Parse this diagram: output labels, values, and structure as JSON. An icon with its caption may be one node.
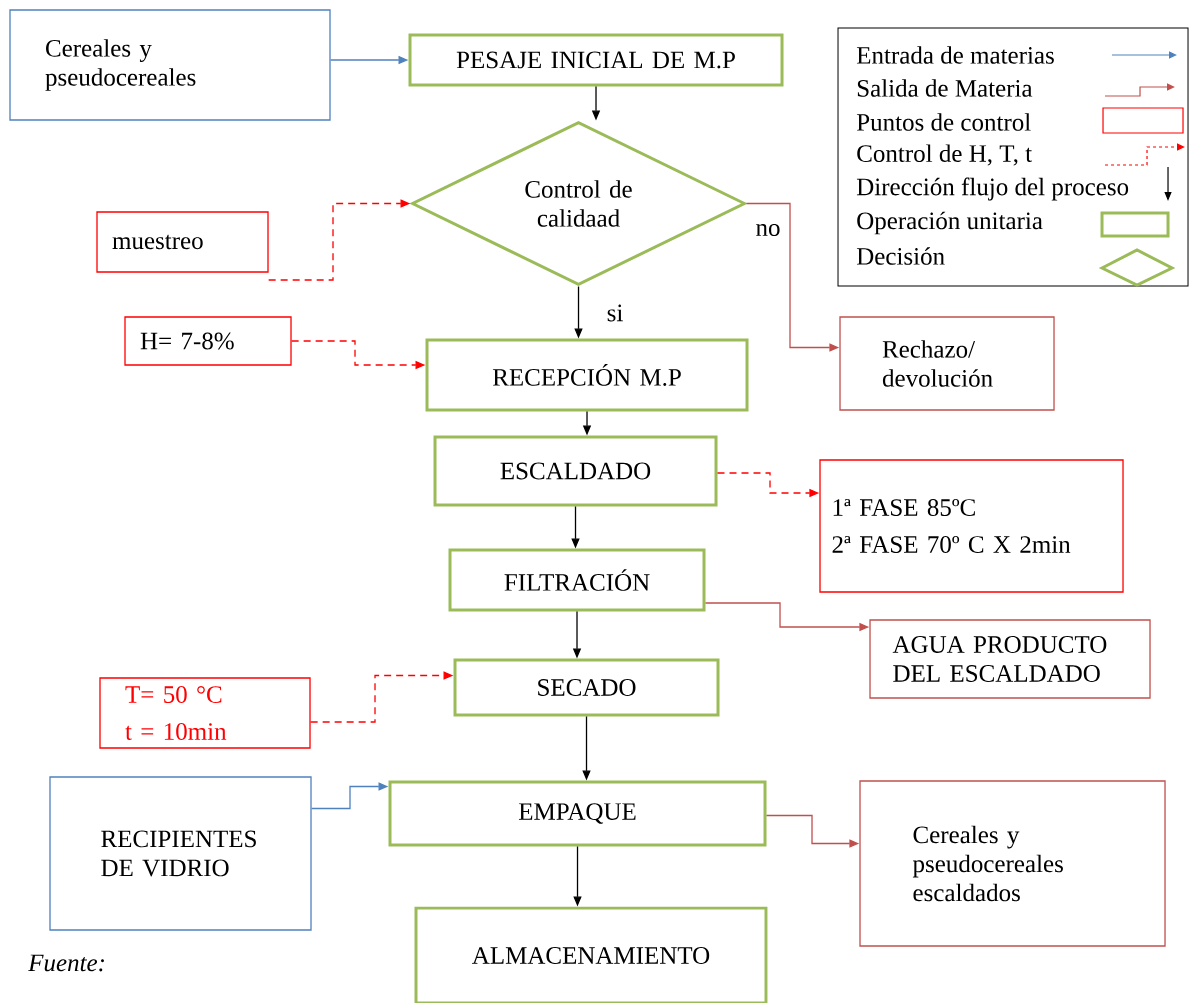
{
  "diagram": {
    "nodes": [
      {
        "text": [
          "Cereales y pseudocereales"
        ]
      },
      {
        "text": [
          "PESAJE INICIAL DE M.P"
        ]
      },
      {
        "text": [
          "Control de calidaad"
        ]
      },
      {
        "text": [
          "muestreo"
        ]
      },
      {
        "text": [
          "H= 7-8%"
        ]
      },
      {
        "text": [
          "RECEPCIÓN M.P"
        ]
      },
      {
        "text": [
          "Rechazo/ devolución"
        ]
      },
      {
        "text": [
          "ESCALDADO"
        ]
      },
      {
        "text": [
          "1ª FASE 85ºC",
          "2ª FASE 70º C X 2min"
        ]
      },
      {
        "text": [
          "FILTRACIÓN"
        ]
      },
      {
        "text": [
          "AGUA PRODUCTO DEL ESCALDADO"
        ]
      },
      {
        "text": [
          "T= 50 °C",
          "t = 10min"
        ]
      },
      {
        "text": [
          "SECADO"
        ]
      },
      {
        "text": [
          "RECIPIENTES DE VIDRIO"
        ]
      },
      {
        "text": [
          "EMPAQUE"
        ]
      },
      {
        "text": [
          "Cereales y pseudocereales escaldados"
        ]
      },
      {
        "text": [
          "ALMACENAMIENTO"
        ]
      }
    ],
    "edges": [
      {
        "from": 0,
        "to": 1,
        "arrow": "to",
        "color": "#4f81bd"
      },
      {
        "from": 1,
        "to": 2,
        "arrow": "to"
      },
      {
        "from": 3,
        "to": 2,
        "arrow": "to",
        "style": "dashed",
        "color": "#ff0000"
      },
      {
        "from": 2,
        "to": 5,
        "arrow": "to",
        "label": "si"
      },
      {
        "from": 2,
        "to": 6,
        "arrow": "to",
        "label": "no",
        "color": "#c0504d"
      },
      {
        "from": 4,
        "to": 5,
        "arrow": "to",
        "style": "dashed",
        "color": "#ff0000"
      },
      {
        "from": 5,
        "to": 7,
        "arrow": "to"
      },
      {
        "from": 7,
        "to": 8,
        "arrow": "to",
        "style": "dashed",
        "color": "#ff0000"
      },
      {
        "from": 7,
        "to": 9,
        "arrow": "to"
      },
      {
        "from": 9,
        "to": 10,
        "arrow": "to",
        "color": "#c0504d"
      },
      {
        "from": 9,
        "to": 12,
        "arrow": "to"
      },
      {
        "from": 11,
        "to": 12,
        "arrow": "to",
        "style": "dashed",
        "color": "#ff0000"
      },
      {
        "from": 12,
        "to": 14,
        "arrow": "to"
      },
      {
        "from": 13,
        "to": 14,
        "arrow": "to",
        "color": "#4f81bd"
      },
      {
        "from": 14,
        "to": 15,
        "arrow": "to",
        "color": "#c0504d"
      },
      {
        "from": 14,
        "to": 16,
        "arrow": "to"
      }
    ],
    "labels": [
      "Fuente:"
    ],
    "legend": [
      {
        "text": "Entrada de materias"
      },
      {
        "text": "Salida de Materia"
      },
      {
        "text": "Puntos de control"
      },
      {
        "text": "Control de H, T, t"
      },
      {
        "text": "Dirección flujo del proceso"
      },
      {
        "text": "Operación unitaria"
      },
      {
        "text": "Decisión"
      }
    ]
  }
}
